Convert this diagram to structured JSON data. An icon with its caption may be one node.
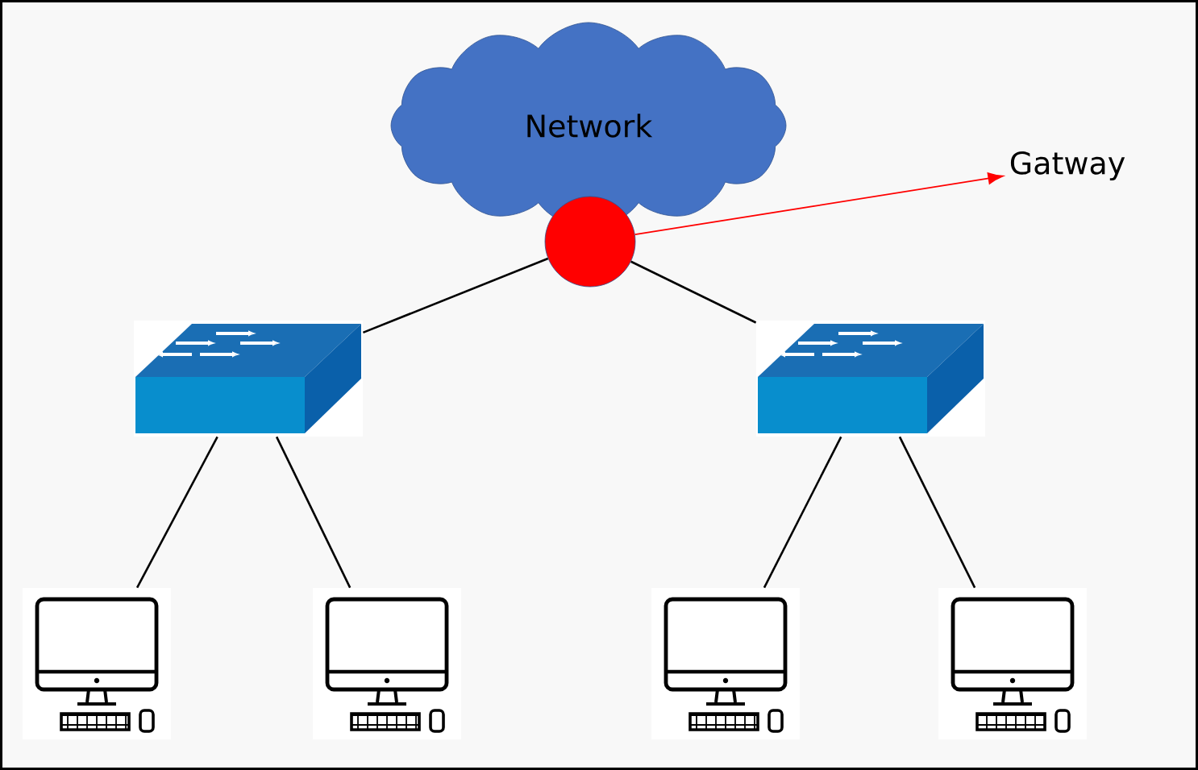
{
  "diagram": {
    "nodes": [
      {
        "text": [
          "Network"
        ]
      },
      {
        "text": [],
        "shape": "circle"
      },
      {
        "text": [
          "Gatway"
        ]
      },
      {
        "text": [],
        "shape": "picture"
      },
      {
        "text": [],
        "shape": "picture"
      },
      {
        "text": [],
        "shape": "picture"
      },
      {
        "text": [],
        "shape": "picture"
      },
      {
        "text": [],
        "shape": "picture"
      },
      {
        "text": [],
        "shape": "picture"
      }
    ],
    "edges": [
      {
        "from": 1,
        "to": 2,
        "arrow": "to",
        "color": "#ff0000"
      },
      {
        "from": 1,
        "to": 3,
        "arrow": "none"
      },
      {
        "from": 1,
        "to": 4,
        "arrow": "none"
      },
      {
        "from": 3,
        "to": 5,
        "arrow": "none"
      },
      {
        "from": 3,
        "to": 6,
        "arrow": "none"
      },
      {
        "from": 4,
        "to": 7,
        "arrow": "none"
      },
      {
        "from": 4,
        "to": 8,
        "arrow": "none"
      }
    ]
  }
}
